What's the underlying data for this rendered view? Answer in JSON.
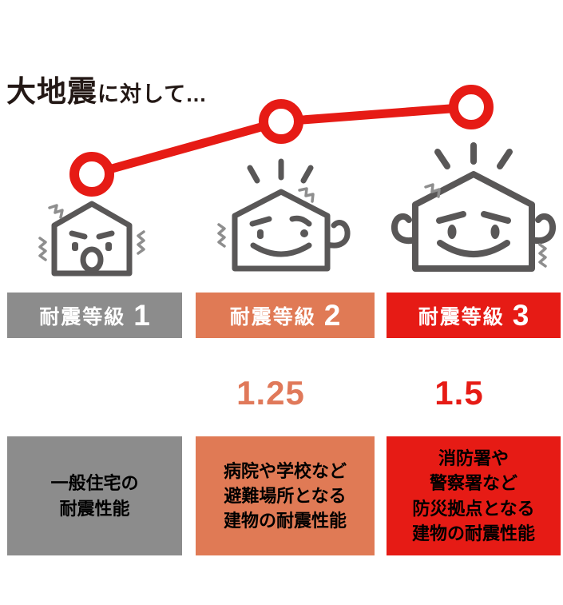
{
  "title": {
    "emphasis": "大地震",
    "rest": "に対して..."
  },
  "colors": {
    "red": "#e61b15",
    "salmon": "#e07a55",
    "gray": "#8c8c8c",
    "text_black": "#231815",
    "house_outline": "#595757",
    "squiggle_gray": "#8e8e8e",
    "point_fill": "#ffffff"
  },
  "trend": {
    "type": "line",
    "meaning": "seismic performance rising from grade 1 to grade 3",
    "points": [
      [
        115,
        218
      ],
      [
        352,
        152
      ],
      [
        590,
        134
      ]
    ]
  },
  "grades": [
    {
      "label": "耐震等級",
      "number": "1",
      "factor": "",
      "house_icon": "worried-shaking-house-icon",
      "description": "一般住宅の\n耐震性能"
    },
    {
      "label": "耐震等級",
      "number": "2",
      "factor": "1.25",
      "house_icon": "confident-house-one-arm-icon",
      "description": "病院や学校など\n避難場所となる\n建物の耐震性能"
    },
    {
      "label": "耐震等級",
      "number": "3",
      "factor": "1.5",
      "house_icon": "strong-house-both-arms-icon",
      "description": "消防署や\n警察署など\n防災拠点となる\n建物の耐震性能"
    }
  ]
}
